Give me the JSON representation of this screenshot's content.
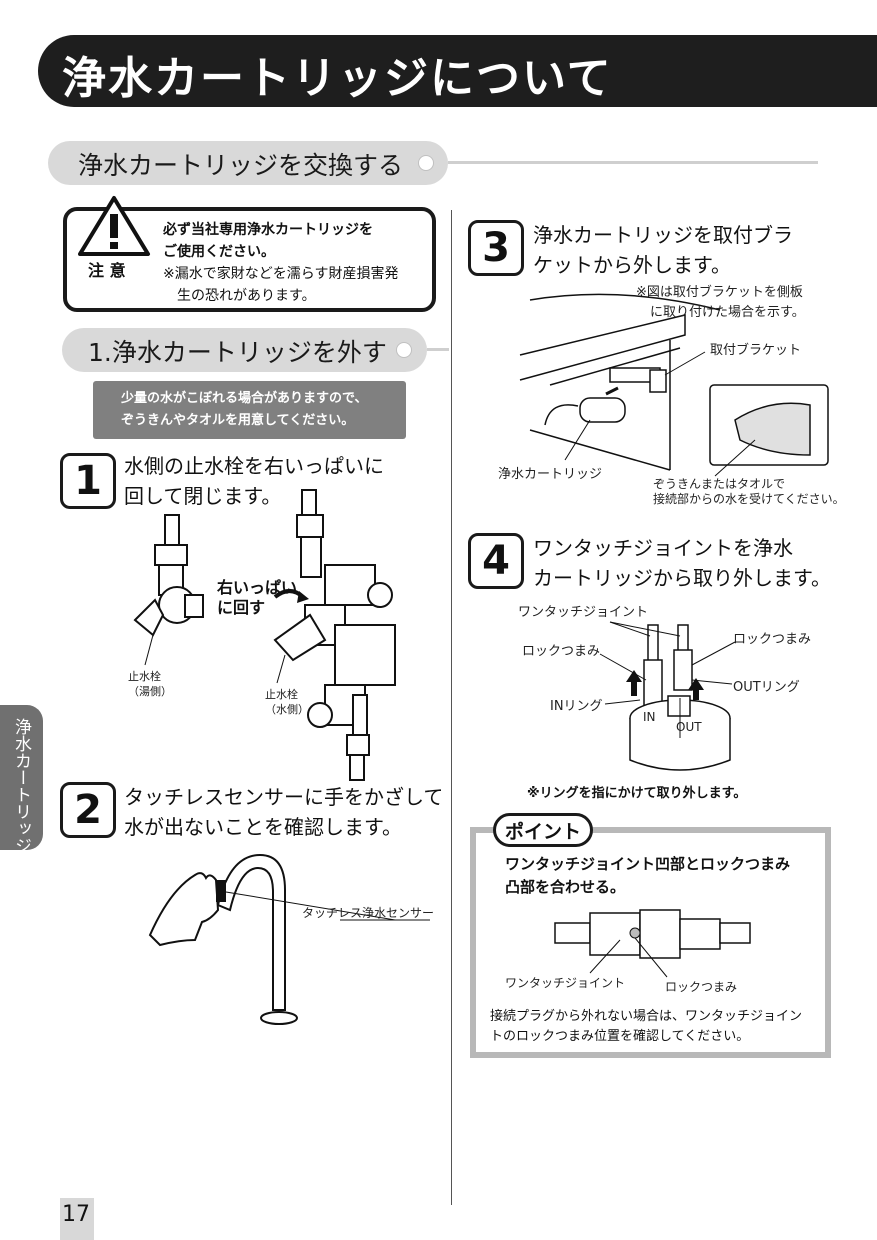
{
  "header": {
    "title": "浄水カートリッジについて"
  },
  "section": {
    "title": "浄水カートリッジを交換する"
  },
  "caution": {
    "label": "注 意",
    "line1": "必ず当社専用浄水カートリッジを",
    "line2": "ご使用ください。",
    "line3": "※漏水で家財などを濡らす財産損害発",
    "line4": "生の恐れがあります。"
  },
  "subsection": {
    "title": "1.浄水カートリッジを外す"
  },
  "note": {
    "line1": "少量の水がこぼれる場合がありますので、",
    "line2": "ぞうきんやタオルを用意してください。"
  },
  "steps": [
    {
      "number": "1",
      "line1": "水側の止水栓を右いっぱいに",
      "line2": "回して閉じます。"
    },
    {
      "number": "2",
      "line1": "タッチレスセンサーに手をかざして",
      "line2": "水が出ないことを確認します。"
    },
    {
      "number": "3",
      "line1": "浄水カートリッジを取付ブラ",
      "line2": "ケットから外します。"
    },
    {
      "number": "4",
      "line1": "ワンタッチジョイントを浄水",
      "line2": "カートリッジから取り外します。"
    }
  ],
  "figure1": {
    "turn_label_1": "右いっぱい",
    "turn_label_2": "に回す",
    "valve_hot_1": "止水栓",
    "valve_hot_2": "（湯側）",
    "valve_cold_1": "止水栓",
    "valve_cold_2": "（水側）"
  },
  "figure2": {
    "sensor_label": "タッチレス浄水センサー"
  },
  "figure3": {
    "note_1": "※図は取付ブラケットを側板",
    "note_2": "に取り付けた場合を示す。",
    "bracket_label": "取付ブラケット",
    "cartridge_label": "浄水カートリッジ",
    "towel_1": "ぞうきんまたはタオルで",
    "towel_2": "接続部からの水を受けてください。"
  },
  "figure4": {
    "joint_label": "ワンタッチジョイント",
    "lock_left": "ロックつまみ",
    "lock_right": "ロックつまみ",
    "out_ring": "OUTリング",
    "in_ring": "INリング",
    "in_mark": "IN",
    "out_mark": "OUT",
    "note": "※リングを指にかけて取り外します。"
  },
  "point": {
    "label": "ポイント",
    "head1": "ワンタッチジョイント凹部とロックつまみ",
    "head2": "凸部を合わせる。",
    "joint_label": "ワンタッチジョイント",
    "lock_label": "ロックつまみ",
    "body1": "接続プラグから外れない場合は、ワンタッチジョイン",
    "body2": "トのロックつまみ位置を確認してください。"
  },
  "side_tab": {
    "text": "浄水カートリッジ"
  },
  "page": {
    "number": "17"
  }
}
